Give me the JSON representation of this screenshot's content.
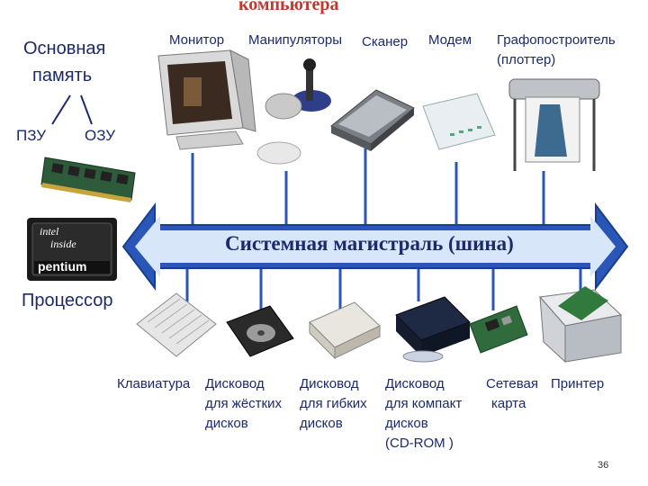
{
  "title": "компьютера",
  "main_memory": {
    "line1": "Основная",
    "line2": "память"
  },
  "rom": "ПЗУ",
  "ram": "ОЗУ",
  "cpu_badge": {
    "line1": "intel",
    "line2": "inside",
    "line3": "pentium"
  },
  "processor": "Процессор",
  "bus": "Системная магистраль (шина)",
  "top_devices": {
    "monitor": "Монитор",
    "manipulators": "Манипуляторы",
    "scanner": "Сканер",
    "modem": "Модем",
    "plotter_line1": "Графопостроитель",
    "plotter_line2": "(плоттер)"
  },
  "bottom_devices": {
    "keyboard": "Клавиатура",
    "hdd": [
      "Дисковод",
      "для жёстких",
      "дисков"
    ],
    "fdd": [
      "Дисковод",
      "для гибких",
      "дисков"
    ],
    "cdrom": [
      "Дисковод",
      "для компакт",
      "дисков",
      "(CD-ROM )"
    ],
    "netcard": [
      "Сетевая",
      "карта"
    ],
    "printer": "Принтер"
  },
  "page_number": "36",
  "colors": {
    "bus_blue": "#2a56b8",
    "bus_light": "#cfe0f7",
    "line_blue": "#2a56b8",
    "text": "#1b2a6b",
    "title_red": "#c0392b"
  }
}
